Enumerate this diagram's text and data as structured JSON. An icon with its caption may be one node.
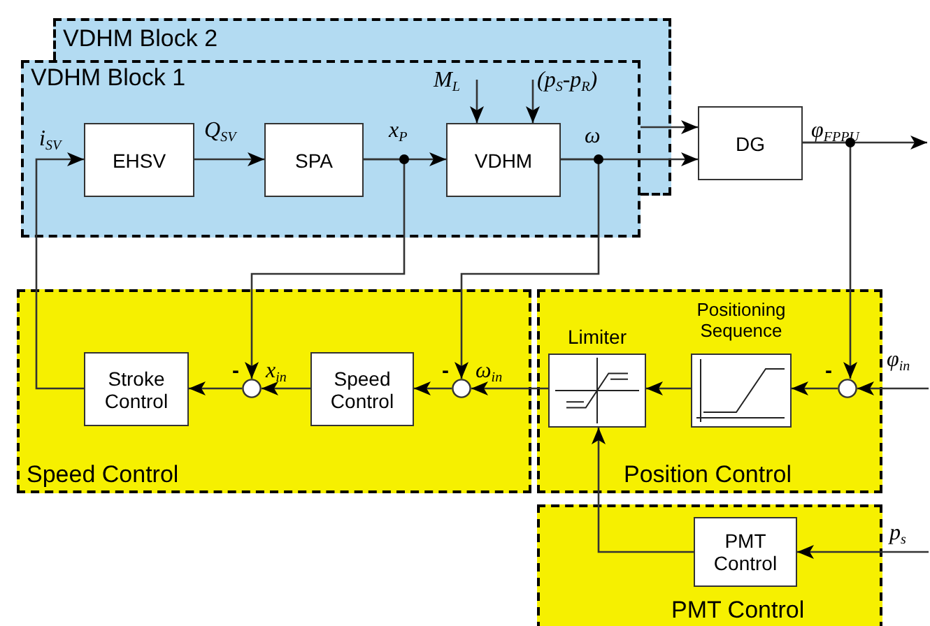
{
  "diagram": {
    "nodes": [
      {
        "text": [
          "VDHM Block 2"
        ]
      },
      {
        "text": [
          "VDHM Block 1"
        ]
      },
      {
        "text": [
          "EHSV"
        ],
        "in": 1
      },
      {
        "text": [
          "SPA"
        ],
        "in": 1
      },
      {
        "text": [
          "VDHM"
        ],
        "in": 1
      },
      {
        "text": [
          "DG"
        ]
      },
      {
        "text": [
          "Speed Control"
        ]
      },
      {
        "text": [
          "Stroke Control"
        ],
        "in": 6
      },
      {
        "text": [],
        "shape": "circle",
        "in": 6
      },
      {
        "text": [
          "Speed Control"
        ],
        "in": 6
      },
      {
        "text": [],
        "shape": "circle",
        "in": 6
      },
      {
        "text": [
          "Position Control"
        ]
      },
      {
        "text": [
          "Limiter"
        ],
        "in": 11
      },
      {
        "text": [
          "Positioning Sequence"
        ],
        "in": 11
      },
      {
        "text": [],
        "shape": "circle",
        "in": 11
      },
      {
        "text": [
          "PMT Control"
        ]
      },
      {
        "text": [
          "PMT Control"
        ],
        "in": 15
      }
    ],
    "edges": [
      {
        "from": 7,
        "to": 2,
        "arrow": "to",
        "label": "i$_{SV}$"
      },
      {
        "from": 2,
        "to": 3,
        "arrow": "to",
        "label": "Q$_{SV}$"
      },
      {
        "from": 3,
        "to": 4,
        "arrow": "to",
        "label": "x$_{P}$"
      },
      {
        "from": 3,
        "to": 8,
        "arrow": "to"
      },
      {
        "from": null,
        "to": 4,
        "arrow": "to",
        "label": "M$_{L}$"
      },
      {
        "from": null,
        "to": 4,
        "arrow": "to",
        "label": "(p$_{S}$-p$_{R}$)"
      },
      {
        "from": 4,
        "to": 5,
        "arrow": "to",
        "label": "ω"
      },
      {
        "from": 4,
        "to": 10,
        "arrow": "to"
      },
      {
        "from": 1,
        "to": 5,
        "arrow": "to"
      },
      {
        "from": 5,
        "to": null,
        "arrow": "to",
        "label": "φ$_{FPPU}$"
      },
      {
        "from": 5,
        "to": 14,
        "arrow": "to"
      },
      {
        "from": 10,
        "to": 9,
        "arrow": "to"
      },
      {
        "from": 9,
        "to": 8,
        "arrow": "to",
        "label": "x$_{in}$"
      },
      {
        "from": 8,
        "to": 7,
        "arrow": "to"
      },
      {
        "from": 12,
        "to": 10,
        "arrow": "to",
        "label": "ω$_{in}$"
      },
      {
        "from": 13,
        "to": 12,
        "arrow": "to"
      },
      {
        "from": 14,
        "to": 13,
        "arrow": "to"
      },
      {
        "from": null,
        "to": 14,
        "arrow": "to",
        "label": "φ$_{in}$"
      },
      {
        "from": 16,
        "to": 12,
        "arrow": "to"
      },
      {
        "from": null,
        "to": 16,
        "arrow": "to",
        "label": "p$_{s}$"
      }
    ],
    "labels": [
      "-",
      "-",
      "-"
    ]
  }
}
